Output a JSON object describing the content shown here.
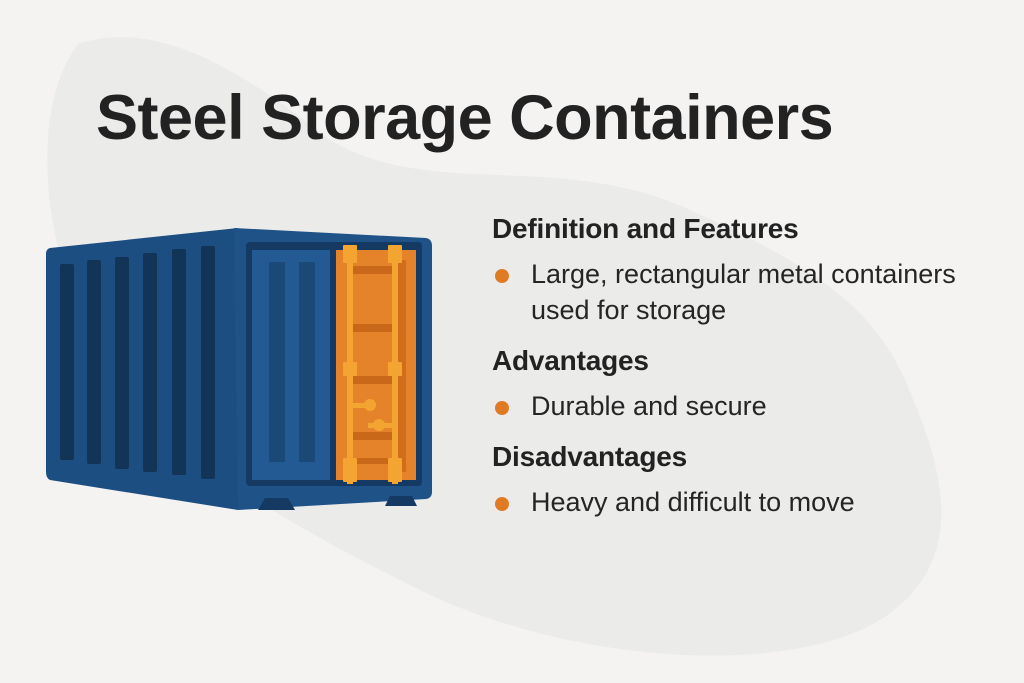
{
  "title": "Steel Storage Containers",
  "colors": {
    "background": "#f4f3f2",
    "blob": "#ebebea",
    "container_blue": "#1d4e82",
    "container_dark": "#143a63",
    "door_orange": "#e5832a",
    "bullet": "#e07b24",
    "text": "#222222"
  },
  "illustration": {
    "subject": "shipping-container-icon",
    "description": "Blue steel storage container with orange door"
  },
  "sections": [
    {
      "heading": "Definition and Features",
      "items": [
        "Large, rectangular metal containers used for storage"
      ]
    },
    {
      "heading": "Advantages",
      "items": [
        "Durable and secure"
      ]
    },
    {
      "heading": "Disadvantages",
      "items": [
        "Heavy and difficult to move"
      ]
    }
  ]
}
